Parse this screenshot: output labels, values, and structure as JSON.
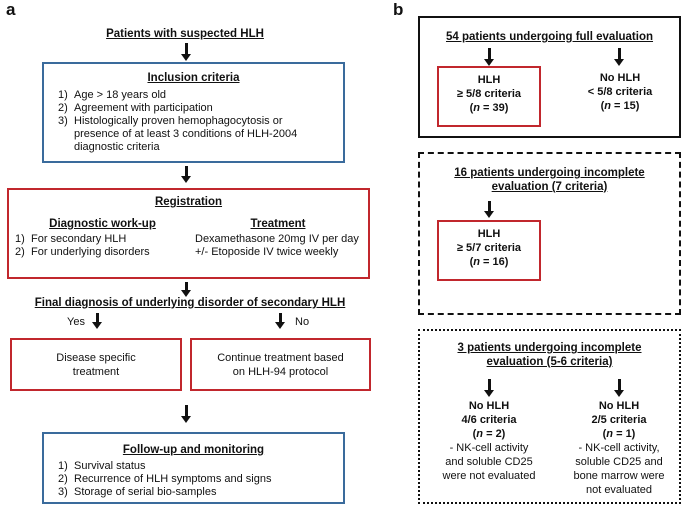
{
  "panel_a": {
    "letter": "a",
    "start": "Patients with suspected HLH",
    "inclusion": {
      "title": "Inclusion criteria",
      "items": [
        "Age > 18 years old",
        "Agreement with participation",
        "Histologically proven hemophagocytosis or presence of at least 3 conditions of HLH-2004 diagnostic criteria"
      ],
      "numbers": [
        "1)",
        "2)",
        "3)"
      ]
    },
    "registration": {
      "title": "Registration",
      "workup_title": "Diagnostic work-up",
      "workup_items": [
        "For secondary HLH",
        "For underlying disorders"
      ],
      "workup_numbers": [
        "1)",
        "2)"
      ],
      "treatment_title": "Treatment",
      "treatment_lines": [
        "Dexamethasone 20mg IV per day",
        "+/- Etoposide IV twice weekly"
      ]
    },
    "final_diagnosis": "Final diagnosis of underlying disorder of secondary HLH",
    "yes_label": "Yes",
    "no_label": "No",
    "disease_specific": [
      "Disease specific",
      "treatment"
    ],
    "continue_treatment": [
      "Continue treatment based",
      "on HLH-94 protocol"
    ],
    "followup": {
      "title": "Follow-up and monitoring",
      "items": [
        "Survival status",
        "Recurrence of HLH symptoms and signs",
        "Storage of serial bio-samples"
      ],
      "numbers": [
        "1)",
        "2)",
        "3)"
      ]
    }
  },
  "panel_b": {
    "letter": "b",
    "full": {
      "title": "54 patients undergoing full evaluation",
      "hlh": {
        "l1": "HLH",
        "l2": "≥ 5/8 criteria",
        "n_pre": "(",
        "n": "n",
        "n_post": " = 39)"
      },
      "nohlh": {
        "l1": "No HLH",
        "l2": "< 5/8 criteria",
        "n_pre": "(",
        "n": "n",
        "n_post": " = 15)"
      }
    },
    "incomplete7": {
      "title_l1": "16 patients undergoing incomplete",
      "title_l2": "evaluation (7 criteria)",
      "hlh": {
        "l1": "HLH",
        "l2": "≥ 5/7 criteria",
        "n_pre": "(",
        "n": "n",
        "n_post": " = 16)"
      }
    },
    "incomplete56": {
      "title_l1": "3 patients undergoing incomplete",
      "title_l2": "evaluation (5-6 criteria)",
      "left": {
        "l1": "No HLH",
        "l2": "4/6 criteria",
        "n_pre": "(",
        "n": "n",
        "n_post": " = 2)",
        "notes": [
          "- NK-cell activity",
          "and soluble CD25",
          "were not evaluated"
        ]
      },
      "right": {
        "l1": "No HLH",
        "l2": "2/5 criteria",
        "n_pre": "(",
        "n": "n",
        "n_post": " = 1)",
        "notes": [
          "- NK-cell activity,",
          "soluble CD25 and",
          "bone marrow were",
          "not evaluated"
        ]
      }
    }
  }
}
